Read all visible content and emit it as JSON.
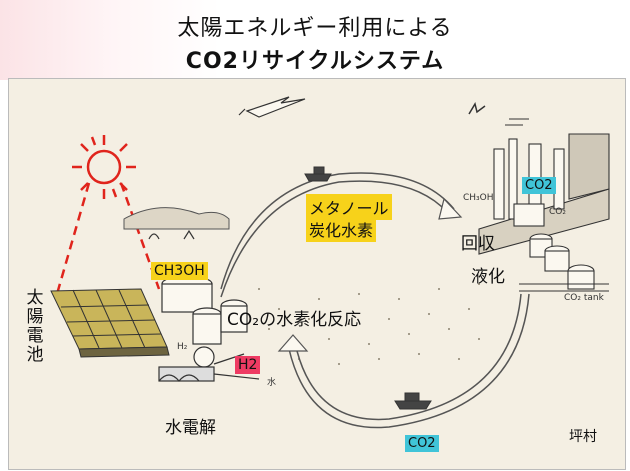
{
  "header": {
    "title_line1": "太陽エネルギー利用による",
    "title_line2": "CO2リサイクルシステム"
  },
  "diagram": {
    "solar_cell_label": "太陽電池",
    "ch3oh_label": "CH3OH",
    "co2_hydrogenation_label": "CO₂の水素化反応",
    "h2_label": "H2",
    "h2_small_label": "H₂",
    "water_small_label": "水",
    "electrolysis_label": "水電解",
    "methanol_line1": "メタノール",
    "methanol_line2": "炭化水素",
    "ch3oh_small_label": "CH₃OH",
    "co2_plant_label": "CO2",
    "co2_small_label": "CO₂",
    "recovery_label": "回収",
    "liquefaction_label": "液化",
    "co2_tank_label": "CO₂ tank",
    "co2_bottom_label": "CO2",
    "author_label": "坪村"
  },
  "colors": {
    "highlight_yellow": "#f7d21a",
    "highlight_cyan": "#40c4d8",
    "highlight_red": "#ee3b63",
    "sun_red": "#e0241c"
  }
}
